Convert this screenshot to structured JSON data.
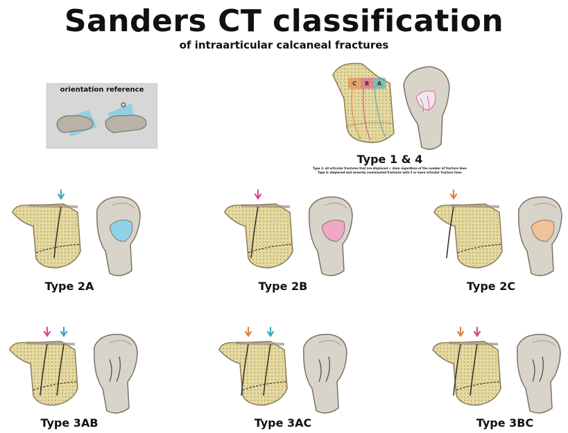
{
  "header": {
    "title": "Sanders CT classification",
    "subtitle": "of intraarticular calcaneal fractures"
  },
  "orientation_reference": {
    "label": "orientation reference"
  },
  "panels": {
    "type_1_4": {
      "label": "Type 1 & 4",
      "column_letters": [
        "C",
        "B",
        "A"
      ],
      "note_1": "Type 1: all articular fractures that are displaced < 2mm regardless of the number of fracture lines",
      "note_2": "Type 4: displaced and severely comminuted fractures with 3 or more articular fracture lines"
    },
    "type_2a": {
      "label": "Type 2A"
    },
    "type_2b": {
      "label": "Type 2B"
    },
    "type_2c": {
      "label": "Type 2C"
    },
    "type_3ab": {
      "label": "Type 3AB"
    },
    "type_3ac": {
      "label": "Type 3AC"
    },
    "type_3bc": {
      "label": "Type 3BC"
    }
  },
  "colors": {
    "bone": "#e4d9a0",
    "bone_dark": "#8a7a58",
    "cortex": "#7b7064",
    "column_a": "#3aa6c0",
    "column_b": "#e0458f",
    "column_c": "#e4803a",
    "facet_blue": "#8fd3e6",
    "facet_pink": "#f0a7c8",
    "facet_orange": "#f1c39a",
    "reference_plane": "#7fcde6"
  }
}
